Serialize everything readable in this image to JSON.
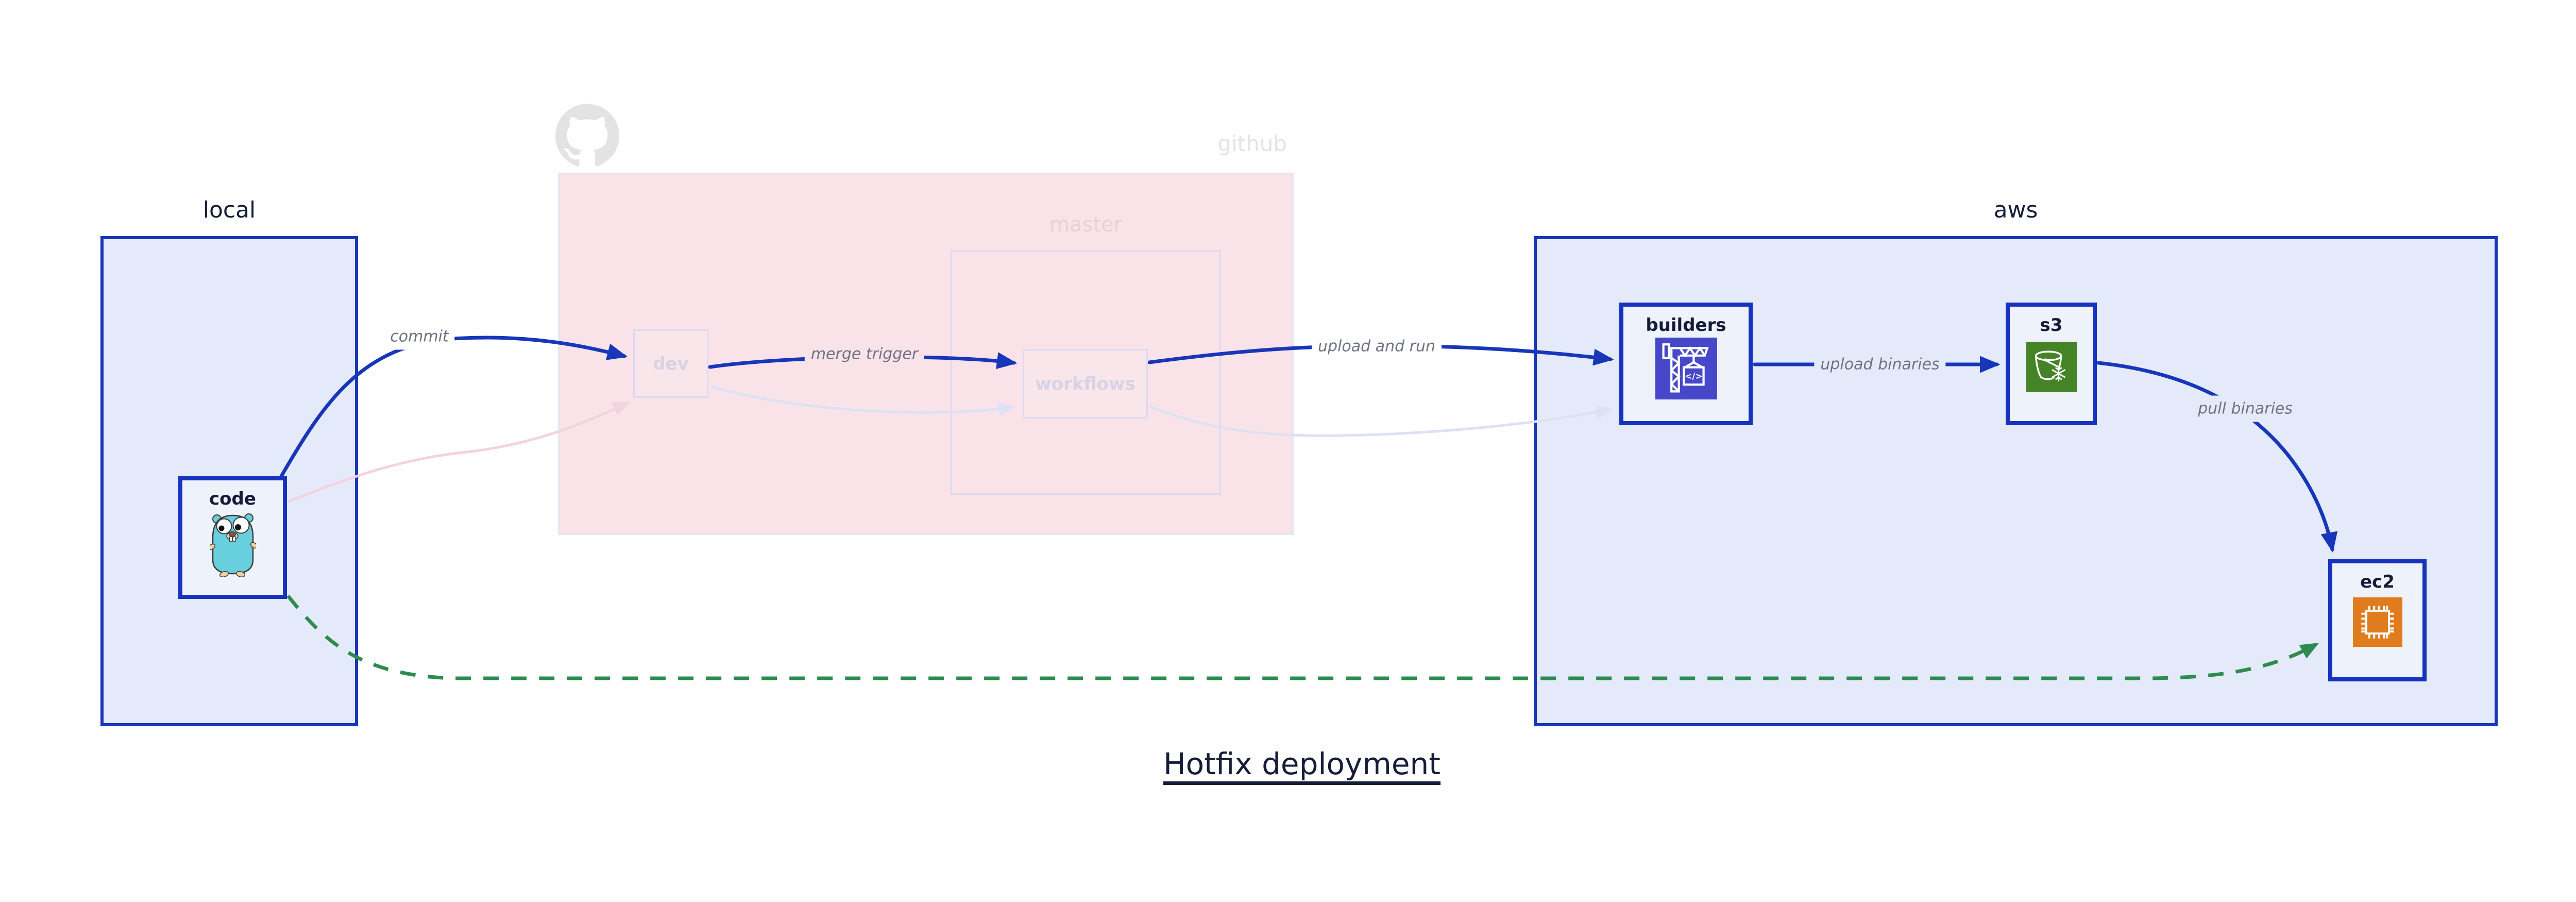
{
  "title": {
    "text": "Hotfix deployment"
  },
  "groups": {
    "local": {
      "label": "local"
    },
    "github": {
      "label": "github"
    },
    "master": {
      "label": "master"
    },
    "aws": {
      "label": "aws"
    }
  },
  "nodes": {
    "code": {
      "label": "code",
      "icon": "go-gopher-icon"
    },
    "dev": {
      "label": "dev"
    },
    "workflows": {
      "label": "workflows"
    },
    "builders": {
      "label": "builders",
      "icon": "codebuild-crane-icon",
      "icon_code_glyph": "</>"
    },
    "s3": {
      "label": "s3",
      "icon": "s3-glacier-bucket-icon"
    },
    "ec2": {
      "label": "ec2",
      "icon": "ec2-chip-icon"
    }
  },
  "edges": {
    "commit": {
      "label": "commit"
    },
    "merge_trigger": {
      "label": "merge trigger"
    },
    "upload_and_run": {
      "label": "upload and run"
    },
    "upload_binaries": {
      "label": "upload binaries"
    },
    "pull_binaries": {
      "label": "pull binaries"
    }
  },
  "colors": {
    "background": "#ffffff",
    "primary_blue": "#1836b9",
    "navy_text": "#141c38",
    "group_fill_blue": "#e4eafa",
    "node_fill": "#eef2fb",
    "github_fill": "#f9e3e8",
    "faded_border": "#ded9f0",
    "faded_node_label": "#d7d2e4",
    "github_label_gray": "#e4e4e4",
    "octocat_gray": "#e3e3e3",
    "master_label_pink": "#e9d0d8",
    "edge_label_gray": "#6e7384",
    "hotfix_green": "#2e8b50",
    "faded_pink_edge": "#f3d3dd",
    "faded_lavender_edge": "#dde1f4",
    "codebuild_indigo": "#4648c9",
    "s3_green": "#448426",
    "ec2_orange": "#e07c1d",
    "gopher_teal": "#67cfdd"
  }
}
